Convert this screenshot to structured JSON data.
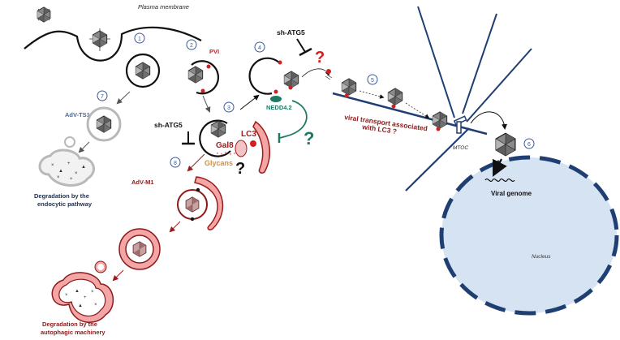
{
  "labels": {
    "plasma_membrane": "Plasma membrane",
    "pvi": "PVI",
    "sh_atg5_top": "sh-ATG5",
    "sh_atg5_mid": "sh-ATG5",
    "nedd42": "NEDD4.2",
    "lc3": "LC3",
    "gal8": "Gal8",
    "glycans": "Glycans",
    "adv_ts1": "AdV-TS1",
    "adv_m1": "AdV-M1",
    "viral_transport_line1": "viral transport associated",
    "viral_transport_line2": "with LC3 ?",
    "mtoc": "MTOC",
    "viral_genome": "Viral genome",
    "nucleus": "Nucleus",
    "degradation_endocytic_line1": "Degradation by the",
    "degradation_endocytic_line2": "endocytic pathway",
    "degradation_autophagic_line1": "Degradation by the",
    "degradation_autophagic_line2": "autophagic machinery",
    "question_marks": [
      "?",
      "?",
      "?"
    ]
  },
  "steps": [
    "1",
    "2",
    "3",
    "4",
    "5",
    "6",
    "7",
    "8"
  ],
  "colors": {
    "navy": "#1f3f73",
    "dark_red": "#8b1a1a",
    "red": "#d21f1f",
    "pink": "#f4a6a6",
    "teal": "#1e7a64",
    "orange": "#d4913a",
    "nucleus_fill": "#d6e3f3",
    "grey_membrane": "#b9b9b9",
    "step_circle": "#3a5a9a"
  }
}
